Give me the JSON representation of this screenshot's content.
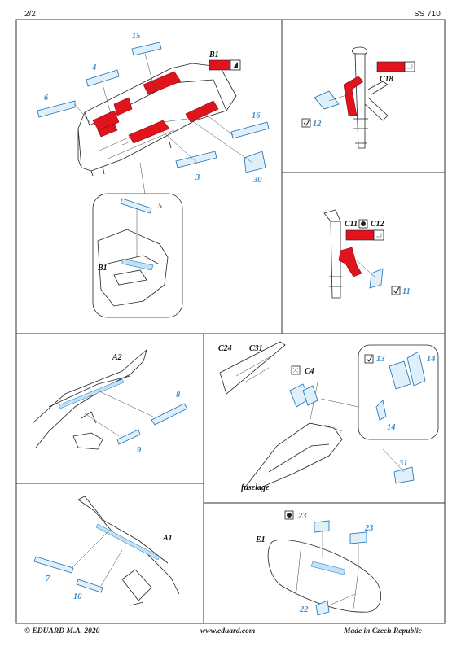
{
  "header": {
    "page": "2/2",
    "set_code": "SS 710"
  },
  "footer": {
    "copyright": "© EDUARD  M.A. 2020",
    "website": "www.eduard.com",
    "origin": "Made in Czech Republic"
  },
  "colors": {
    "part_blue": "#3a8fd0",
    "paint_red": "#e1141e",
    "line": "#222222"
  },
  "panel1": {
    "parts": {
      "p15": "15",
      "p4": "4",
      "p6": "6",
      "p16": "16",
      "p3": "3",
      "p30": "30",
      "p5": "5"
    },
    "paint_label": "B1",
    "inset_label": "B1"
  },
  "panel2": {
    "paint_label": "C18",
    "part_label": "12"
  },
  "panel3": {
    "paint_label_a": "C11",
    "paint_label_b": "C12",
    "part_label": "11"
  },
  "panel4": {
    "assembly_label": "A2",
    "part_a": "8",
    "part_b": "9"
  },
  "panel5": {
    "label_left_a": "C24",
    "label_left_b": "C31",
    "paint_label": "C4",
    "inset_part_a": "13",
    "inset_part_b": "14",
    "inset_part_c": "14",
    "part_d": "31",
    "fuselage_label": "fuselage"
  },
  "panel6": {
    "assembly_label": "A1",
    "part_a": "7",
    "part_b": "10"
  },
  "panel7": {
    "assembly_label": "E1",
    "part_a": "23",
    "part_b": "23",
    "part_c": "22"
  }
}
